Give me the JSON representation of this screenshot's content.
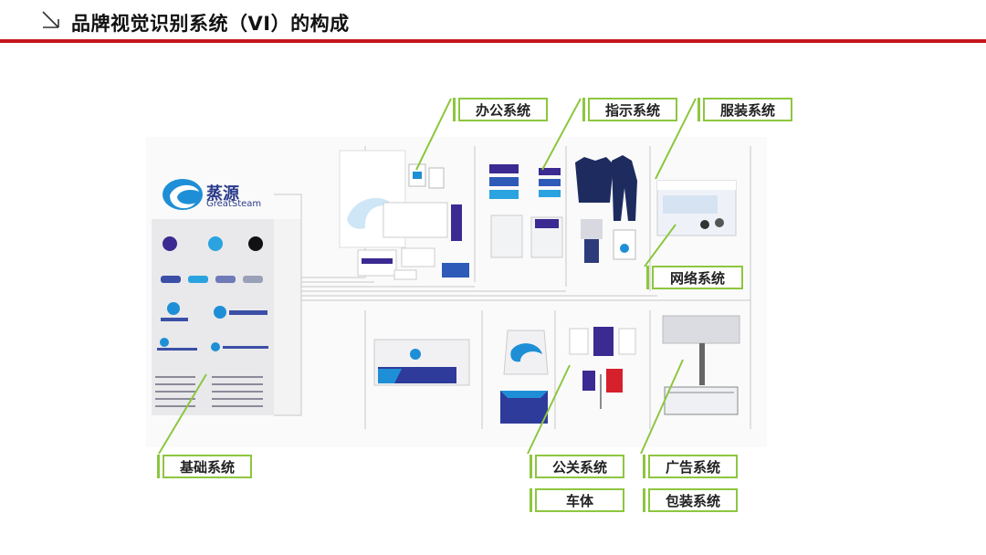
{
  "page": {
    "title": "品牌视觉识别系统（VI）的构成"
  },
  "labels": {
    "office": "办公系统",
    "signage": "指示系统",
    "apparel": "服装系统",
    "web": "网络系统",
    "basic": "基础系统",
    "pr": "公关系统",
    "ads": "广告系统",
    "vehicle": "车体",
    "packaging": "包装系统"
  },
  "brand": {
    "name_cn": "蒸源",
    "name_en": "GreatSteam"
  },
  "colors": {
    "accent": "#8dc63f",
    "title_rule": "#c4161c",
    "brand_blue": "#1e8fd6",
    "brand_purple": "#3b2a91"
  }
}
